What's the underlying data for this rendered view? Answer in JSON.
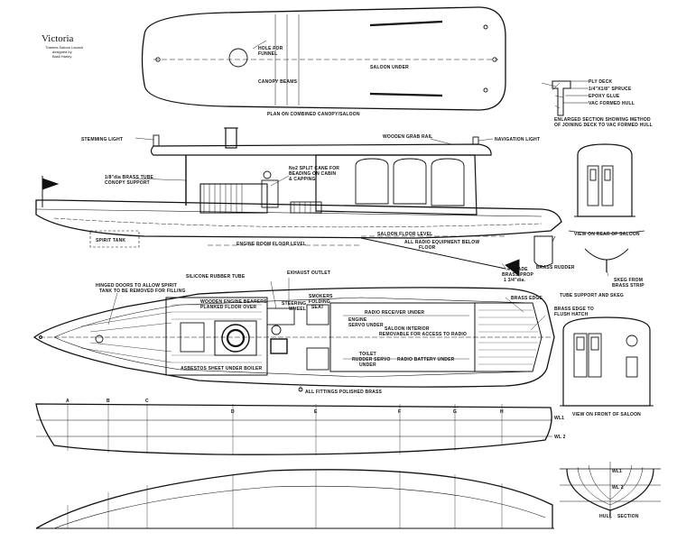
{
  "title": {
    "name": "Victoria",
    "subtitle_lines": [
      "Thames Saloon Launch",
      "designed by",
      "Basil Harley"
    ]
  },
  "labels": {
    "hole_for_funnel": [
      "HOLE FOR",
      "FUNNEL"
    ],
    "saloon_under": "SALOON UNDER",
    "canopy_beams": "CANOPY BEAMS",
    "plan_caption": "PLAN ON COMBINED CANOPY/SALOON",
    "ply_deck": "PLY DECK",
    "spruce": "1/4\"X1/8\" SPRUCE",
    "epoxy_glue": "EPOXY GLUE",
    "vac_formed_hull": "VAC FORMED HULL",
    "enlarged_section": [
      "ENLARGED SECTION SHOWING METHOD",
      "OF JOINING DECK TO VAC FORMED HULL"
    ],
    "stemming_light": "STEMMING LIGHT",
    "wooden_grab_rail": "WOODEN GRAB RAIL",
    "navigation_light": "NAVIGATION LIGHT",
    "brass_tube": [
      "1/8\"dia BRASS TUBE",
      "CONOPY SUPPORT"
    ],
    "split_cane": [
      "No2 SPLIT CANE FOR",
      "BEADING ON CABIN",
      "& CAPPING"
    ],
    "spirit_tank": "SPIRIT TANK",
    "engine_room_floor": "ENGINE ROOM FLOOR LEVEL",
    "saloon_floor": "SALOON FLOOR LEVEL",
    "all_radio": [
      "ALL RADIO EQUIPMENT BELOW",
      "FLOOR"
    ],
    "brass_prop": [
      "4 BLADE",
      "BRASS PROP",
      "1 3/4\"dia."
    ],
    "brass_rudder": "BRASS RUDDER",
    "view_rear": "VIEW ON REAR OF SALOON",
    "skeg_from": [
      "SKEG FROM",
      "BRASS STRIP"
    ],
    "tube_support": "TUBE SUPPORT AND SKEG",
    "silicone_tube": "SILICONE RUBBER TUBE",
    "exhaust_outlet": "EXHAUST OUTLET",
    "hinged_doors": [
      "HINGED DOORS TO ALLOW SPIRIT",
      "TANK TO BE REMOVED FOR FILLING"
    ],
    "wooden_bearers": [
      "WOODEN ENGINE BEARERS",
      "PLANKED FLOOR OVER"
    ],
    "steering_wheel": [
      "STEERING",
      "WHEEL"
    ],
    "smokers_folding_seat": [
      "SMOKERS",
      "FOLDING",
      "SEAT"
    ],
    "brass_edge": "BRASS EDGE",
    "brass_edge_flush": [
      "BRASS EDGE TO",
      "FLUSH HATCH"
    ],
    "radio_receiver": "RADIO RECEIVER UNDER",
    "engine_servo": [
      "ENGINE",
      "SERVO UNDER"
    ],
    "saloon_interior": [
      "SALOON INTERIOR",
      "REMOVABLE FOR ACCESS TO RADIO"
    ],
    "toilet": [
      "TOILET",
      "RUDDER SERVO",
      "UNDER"
    ],
    "radio_battery": "RADIO BATTERY UNDER",
    "asbestos": "ASBESTOS SHEET UNDER BOILER",
    "all_fittings": "ALL FITTINGS POLISHED BRASS",
    "view_front": "VIEW ON FRONT OF SALOON",
    "wl1": "WL1",
    "wl2": "WL 2",
    "hull": "HULL",
    "section": "SECTION",
    "station_letters": [
      "A",
      "B",
      "C",
      "D",
      "E",
      "F",
      "G",
      "H"
    ]
  }
}
